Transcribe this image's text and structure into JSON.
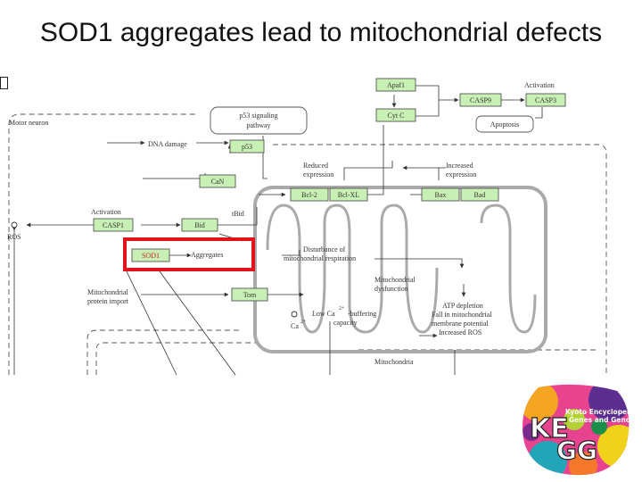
{
  "slide": {
    "title": "SOD1 aggregates lead to mitochondrial defects"
  },
  "diagram": {
    "motor_neuron": "Motor neuron",
    "genes": {
      "apaf1": "Apaf1",
      "cycc": "Cyt C",
      "casp9": "CASP9",
      "casp3": "CASP3",
      "p53": "p53",
      "can": "CaN",
      "bcl2": "Bcl-2",
      "bclxl": "Bcl-XL",
      "bax": "Bax",
      "bad": "Bad",
      "casp1": "CASP1",
      "bid": "Bid",
      "sod1": "SOD1",
      "tom": "Tom"
    },
    "labels": {
      "activation_top": "Activation",
      "apoptosis": "Apoptosis",
      "p53_pathway_1": "p53 signaling",
      "p53_pathway_2": "pathway",
      "dna_damage": "DNA damage",
      "reduced_1": "Reduced",
      "reduced_2": "expression",
      "increased_1": "Increased",
      "increased_2": "expression",
      "activation_left": "Activation",
      "tbid": "tBid",
      "ros": "ROS",
      "aggregates": "Aggregates",
      "disturbance_1": "Disturbance of",
      "disturbance_2": "mitochondrial respiration",
      "mito_dys_1": "Mitochondrial",
      "mito_dys_2": "dysfunction",
      "mito_import_1": "Mitochondrial",
      "mito_import_2": "protein import",
      "low_ca_1": "Low Ca",
      "low_ca_2": "-buffering",
      "low_ca_3": "capacity",
      "ca_sup": "2+",
      "ca": "Ca",
      "atp_1": "ATP depletion",
      "atp_2": "Fall in mitochondrial",
      "atp_3": "membrane potential",
      "atp_4": "Increased ROS",
      "mitochondria": "Mitochondria"
    }
  },
  "logo": {
    "letters_1": "KE",
    "letters_2": "GG",
    "caption_1": "Kyoto Encyclopedia of",
    "caption_2": "Genes and Genomes"
  }
}
